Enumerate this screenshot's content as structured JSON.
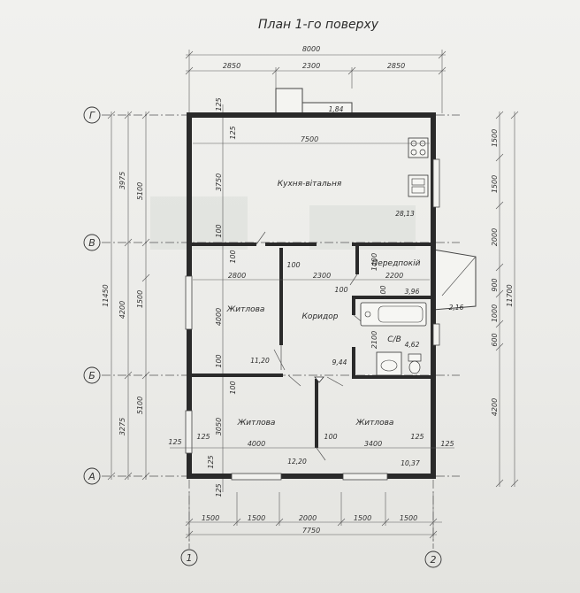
{
  "title": "План 1-го поверху",
  "axes": {
    "rows": [
      "Г",
      "В",
      "Б",
      "А"
    ],
    "cols": [
      "1",
      "2"
    ]
  },
  "rooms": [
    {
      "id": "kitchen",
      "name": "Кухня-вітальня",
      "area": "28,13"
    },
    {
      "id": "hall",
      "name": "Передпокій",
      "area": "3,96"
    },
    {
      "id": "corridor",
      "name": "Коридор",
      "area": "9,44"
    },
    {
      "id": "living1",
      "name": "Житлова",
      "area": "11,20"
    },
    {
      "id": "bath",
      "name": "С/В",
      "area": "4,62"
    },
    {
      "id": "living2",
      "name": "Житлова",
      "area": "12,20"
    },
    {
      "id": "living3",
      "name": "Житлова",
      "area": "10,37"
    }
  ],
  "extra_areas": {
    "porch": "1,84",
    "terrace": "2,16"
  },
  "dims": {
    "top_total": "8000",
    "top_parts": [
      "2850",
      "2300",
      "2850"
    ],
    "bottom_total": "7750",
    "bottom_parts": [
      "1500",
      "1500",
      "2000",
      "1500",
      "1500"
    ],
    "left_total": "11450",
    "left_mid": [
      "3975",
      "4200",
      "3275"
    ],
    "left_axes": [
      "5100",
      "1500",
      "5100"
    ],
    "left_inner": [
      "125",
      "125",
      "3750",
      "100",
      "100",
      "4000",
      "100",
      "100",
      "3050",
      "125",
      "125"
    ],
    "right_total": "11700",
    "right_parts": [
      "1500",
      "1500",
      "2000",
      "900",
      "1000",
      "600",
      "4200"
    ],
    "kitchen_width": "7500",
    "row2_left": "2800",
    "row2_mid": "2300",
    "row2_right": "2200",
    "wall_100a": "100",
    "wall_100b": "100",
    "hall_1400": "1400",
    "hall_100": "100",
    "bath_2100": "2100",
    "bottom_left": "4000",
    "bottom_right": "3400",
    "bottom_100": "100",
    "side_125": [
      "125",
      "125",
      "125",
      "125"
    ]
  }
}
